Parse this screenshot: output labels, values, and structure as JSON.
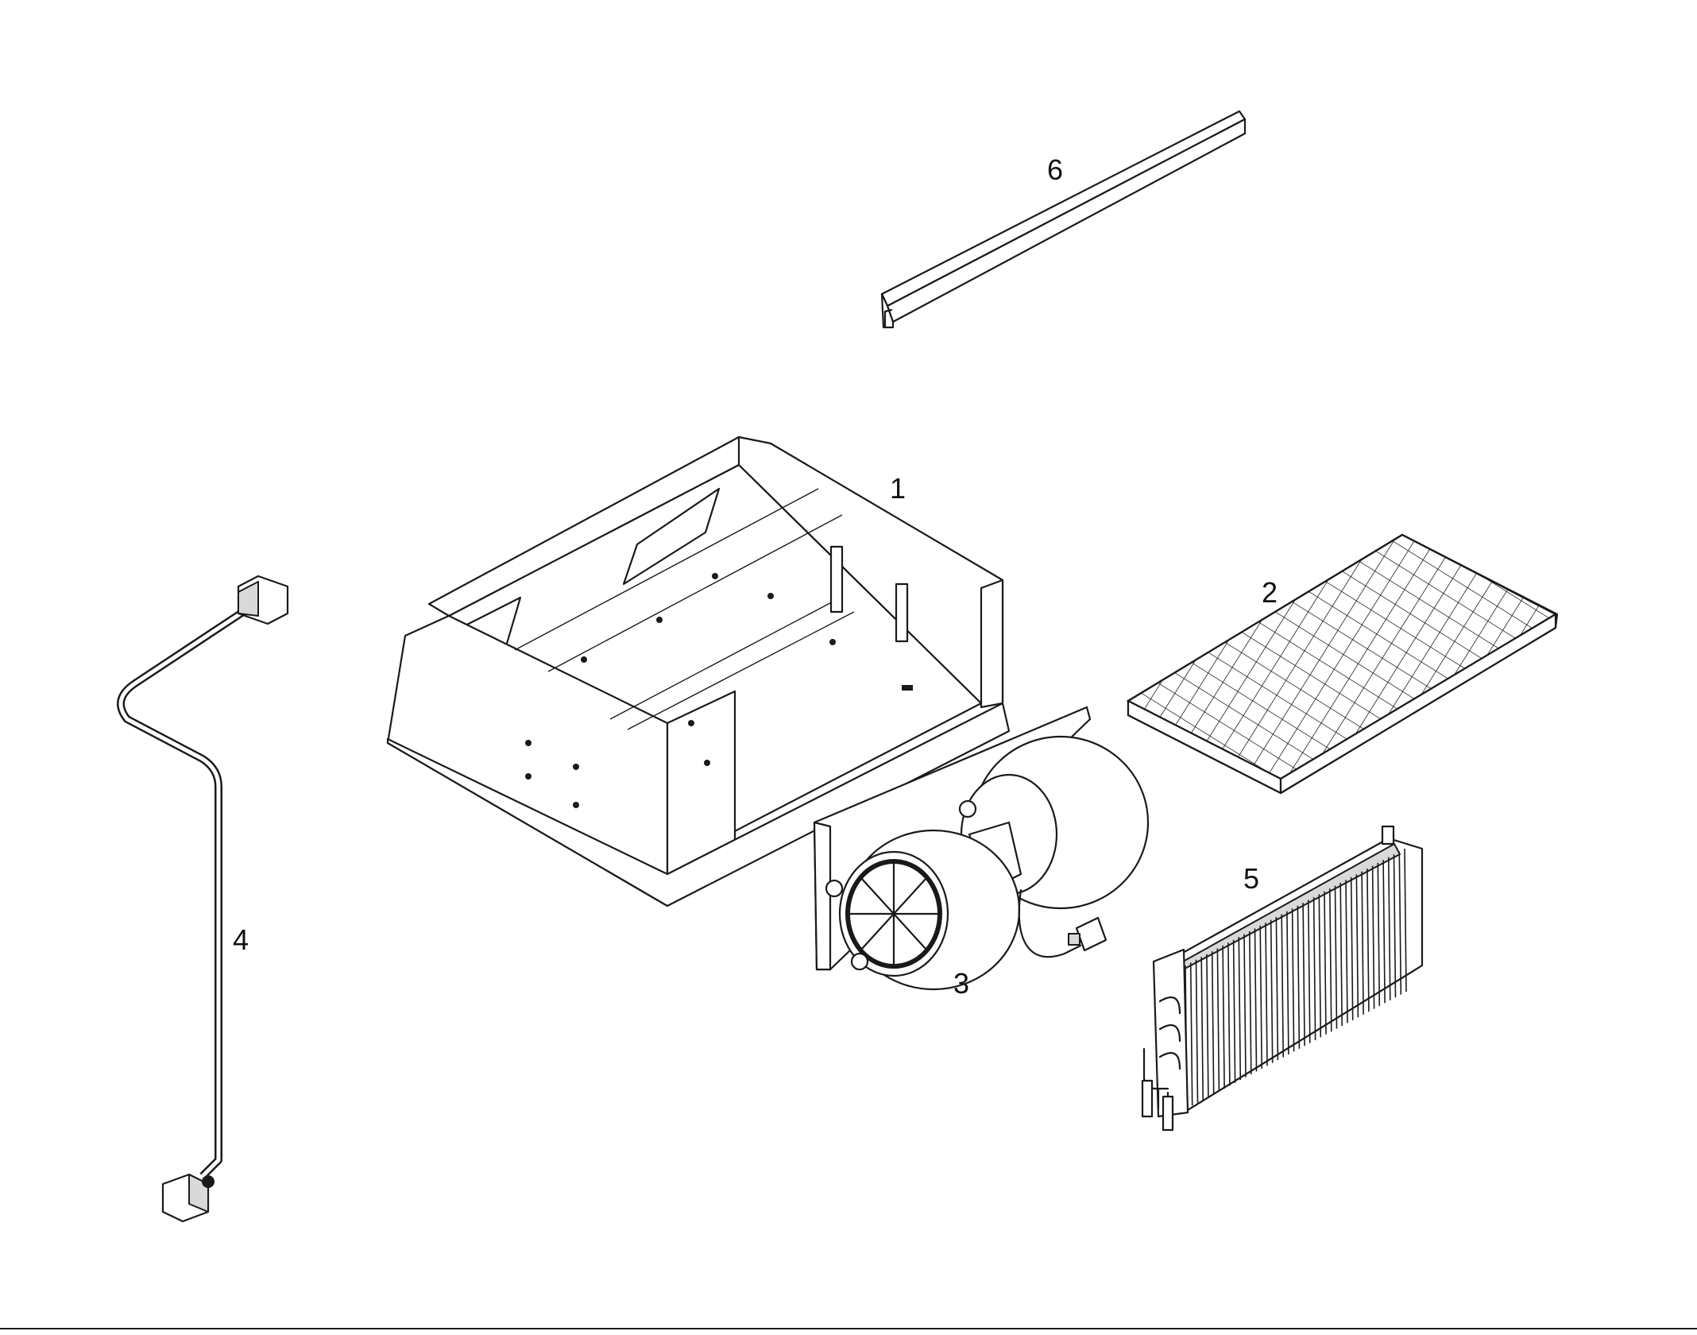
{
  "callouts": {
    "housing": "1",
    "filter": "2",
    "blower": "3",
    "harness": "4",
    "coil": "5",
    "trim": "6"
  },
  "colors": {
    "line": "#1a1a1a",
    "background": "#ffffff"
  }
}
